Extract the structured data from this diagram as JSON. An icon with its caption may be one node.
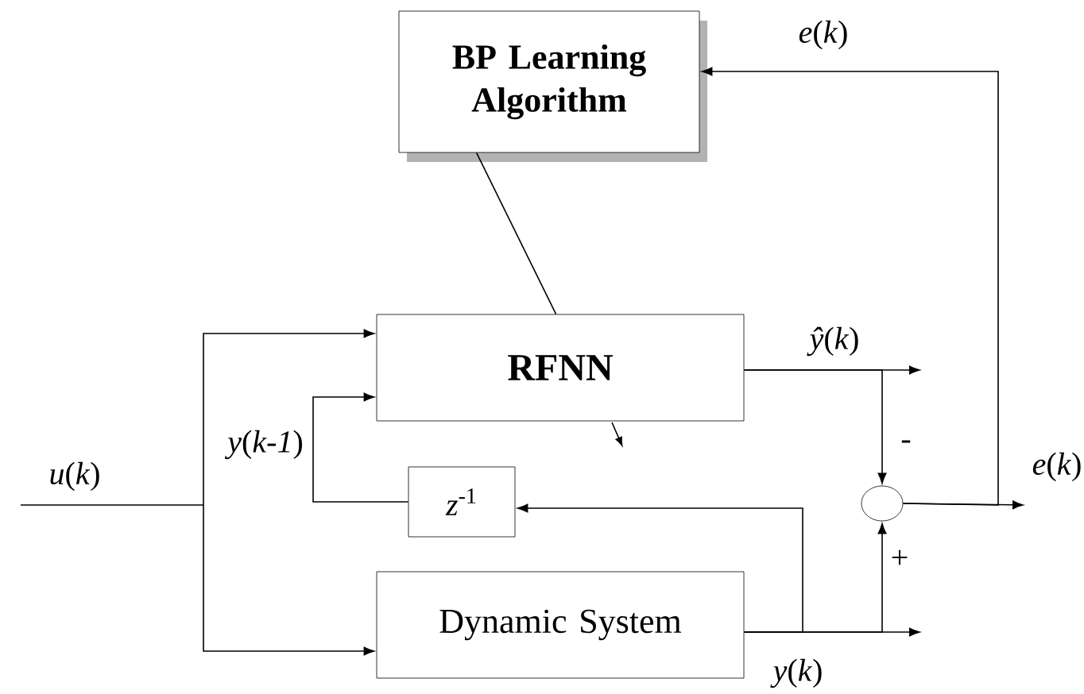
{
  "diagram": {
    "nodes": [
      {
        "text": [
          "BP Learning Algorithm"
        ]
      },
      {
        "text": [
          "RFNN"
        ]
      },
      {
        "text": [
          "*z*$^{-1}$"
        ]
      },
      {
        "text": [
          "Dynamic System"
        ]
      },
      {
        "text": [],
        "shape": "circle"
      }
    ],
    "edges": [
      {
        "from": null,
        "to": 1,
        "arrow": "to"
      },
      {
        "from": null,
        "to": 3,
        "arrow": "to"
      },
      {
        "from": 1,
        "to": null,
        "arrow": "to"
      },
      {
        "from": 1,
        "to": 4,
        "arrow": "to"
      },
      {
        "from": 3,
        "to": null,
        "arrow": "to"
      },
      {
        "from": 3,
        "to": 4,
        "arrow": "to"
      },
      {
        "from": 3,
        "to": 2,
        "arrow": "to"
      },
      {
        "from": 2,
        "to": 1,
        "arrow": "to"
      },
      {
        "from": 4,
        "to": null,
        "arrow": "to"
      },
      {
        "from": 4,
        "to": 0,
        "arrow": "to"
      },
      {
        "from": 0,
        "to": 1,
        "arrow": "none"
      }
    ],
    "labels": [
      "*e*(*k*)",
      "*ŷ*(*k*)",
      "*y*(*k-1*)",
      "*u*(*k*)",
      "-",
      "*e*(*k*)",
      "+",
      "*y*(*k*)"
    ]
  }
}
